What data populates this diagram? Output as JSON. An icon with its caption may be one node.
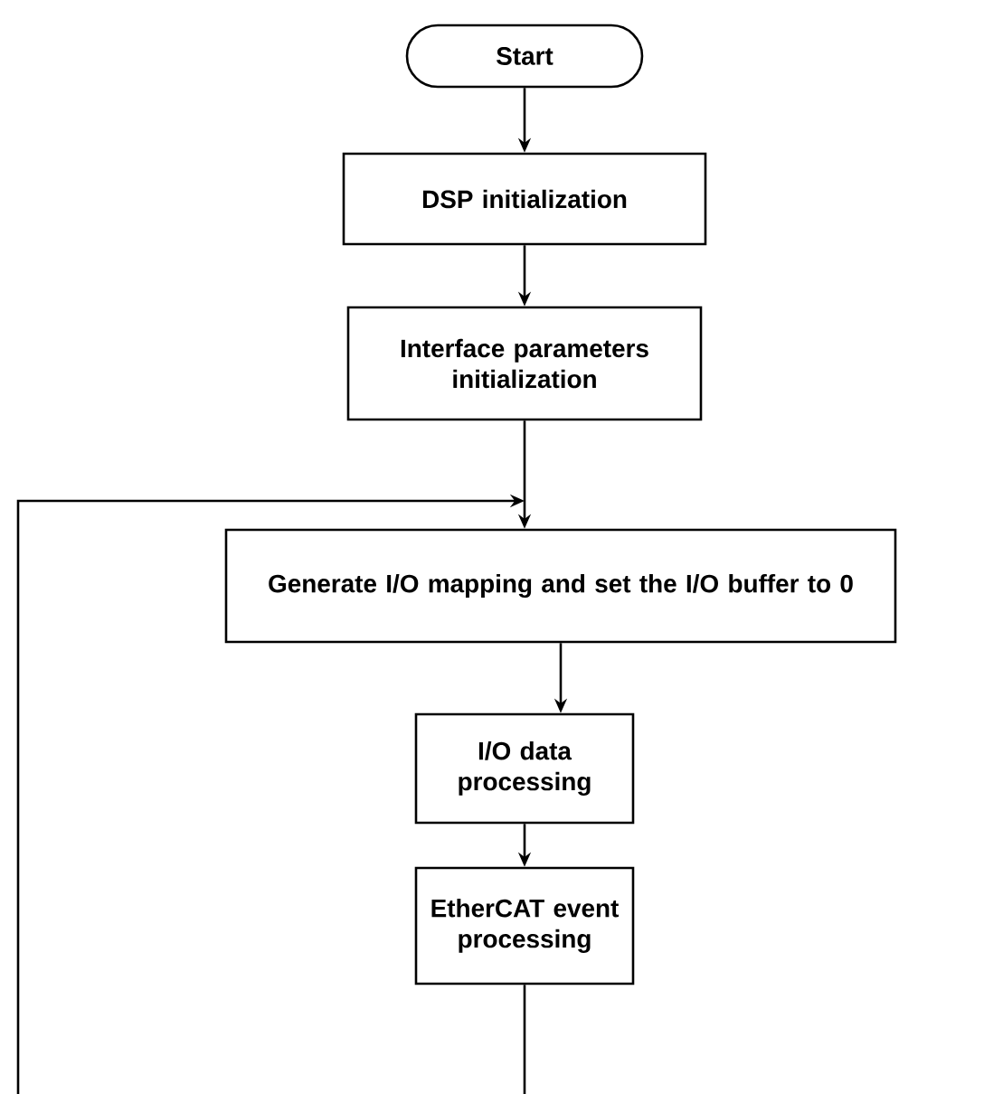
{
  "diagram": {
    "nodes": [
      {
        "text": [
          "Start"
        ]
      },
      {
        "text": [
          "DSP initialization"
        ]
      },
      {
        "text": [
          "Interface parameters initialization"
        ]
      },
      {
        "text": [
          "Generate I/O mapping and set the I/O buffer to 0"
        ]
      },
      {
        "text": [
          "I/O data processing"
        ]
      },
      {
        "text": [
          "EtherCAT event processing"
        ]
      }
    ],
    "edges": [
      {
        "from": 0,
        "to": 1,
        "arrow": "to"
      },
      {
        "from": 1,
        "to": 2,
        "arrow": "to"
      },
      {
        "from": 2,
        "to": 3,
        "arrow": "to"
      },
      {
        "from": 3,
        "to": 4,
        "arrow": "to"
      },
      {
        "from": 4,
        "to": 5,
        "arrow": "to"
      },
      {
        "from": 5,
        "to": null,
        "arrow": "none"
      },
      {
        "from": null,
        "to": 3,
        "arrow": "to"
      }
    ]
  }
}
